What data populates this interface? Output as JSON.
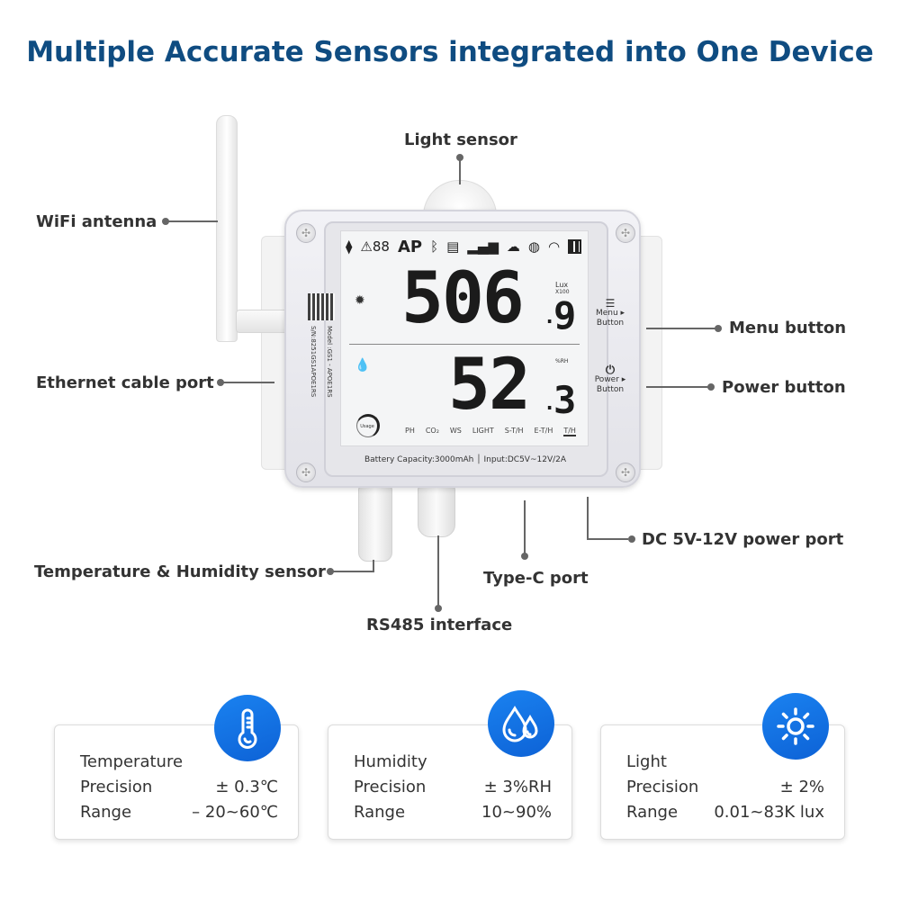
{
  "title": "Multiple Accurate Sensors integrated into One Device",
  "callouts": {
    "light_sensor": "Light sensor",
    "wifi_antenna": "WiFi antenna",
    "menu_button": "Menu button",
    "ethernet_port": "Ethernet cable port",
    "power_button": "Power button",
    "dc_power_port": "DC 5V-12V power port",
    "temp_humidity_sensor": "Temperature & Humidity sensor",
    "type_c_port": "Type-C port",
    "rs485_interface": "RS485 interface"
  },
  "device": {
    "status_bar": {
      "alarm_digits": "⚠88",
      "ap": "AP",
      "icons": [
        "thermometer-probe-icon",
        "alert-icon",
        "bluetooth-icon",
        "sd-card-icon",
        "signal-icon",
        "cloud-icon",
        "globe-icon",
        "wifi-icon",
        "battery-icon"
      ]
    },
    "reading_top": {
      "value": "506",
      "decimal": "9",
      "unit": "Lux",
      "multiplier": "X100",
      "icon": "sun-icon"
    },
    "reading_bottom": {
      "value": "52",
      "decimal": "3",
      "unit": "%RH",
      "icon": "droplets-icon"
    },
    "usage_label": "Usage",
    "modes": [
      "PH",
      "CO₂",
      "WS",
      "LIGHT",
      "S-T/H",
      "E-T/H",
      "T/H"
    ],
    "active_mode": "T/H",
    "model_label": "Model :GS1 - APOE1RS",
    "sn_label": "S/N:8251GS1APOE1RS",
    "footer_label": "Battery Capacity:3000mAh │ Input:DC5V~12V/2A",
    "menu_button_label_1": "Menu ▸",
    "menu_button_label_2": "Button",
    "power_button_label_1": "Power ▸",
    "power_button_label_2": "Button"
  },
  "cards": [
    {
      "name": "Temperature",
      "precision_label": "Precision",
      "precision": "± 0.3℃",
      "range_label": "Range",
      "range": "– 20~60℃",
      "icon": "thermometer-icon"
    },
    {
      "name": "Humidity",
      "precision_label": "Precision",
      "precision": "± 3%RH",
      "range_label": "Range",
      "range": "10~90%",
      "icon": "droplets-icon"
    },
    {
      "name": "Light",
      "precision_label": "Precision",
      "precision": "± 2%",
      "range_label": "Range",
      "range": "0.01~83K  lux",
      "icon": "sun-icon"
    }
  ],
  "colors": {
    "title": "#0f4c81",
    "badge": "#1a7ae8",
    "callout_text": "#333333",
    "leader_line": "#666666"
  }
}
